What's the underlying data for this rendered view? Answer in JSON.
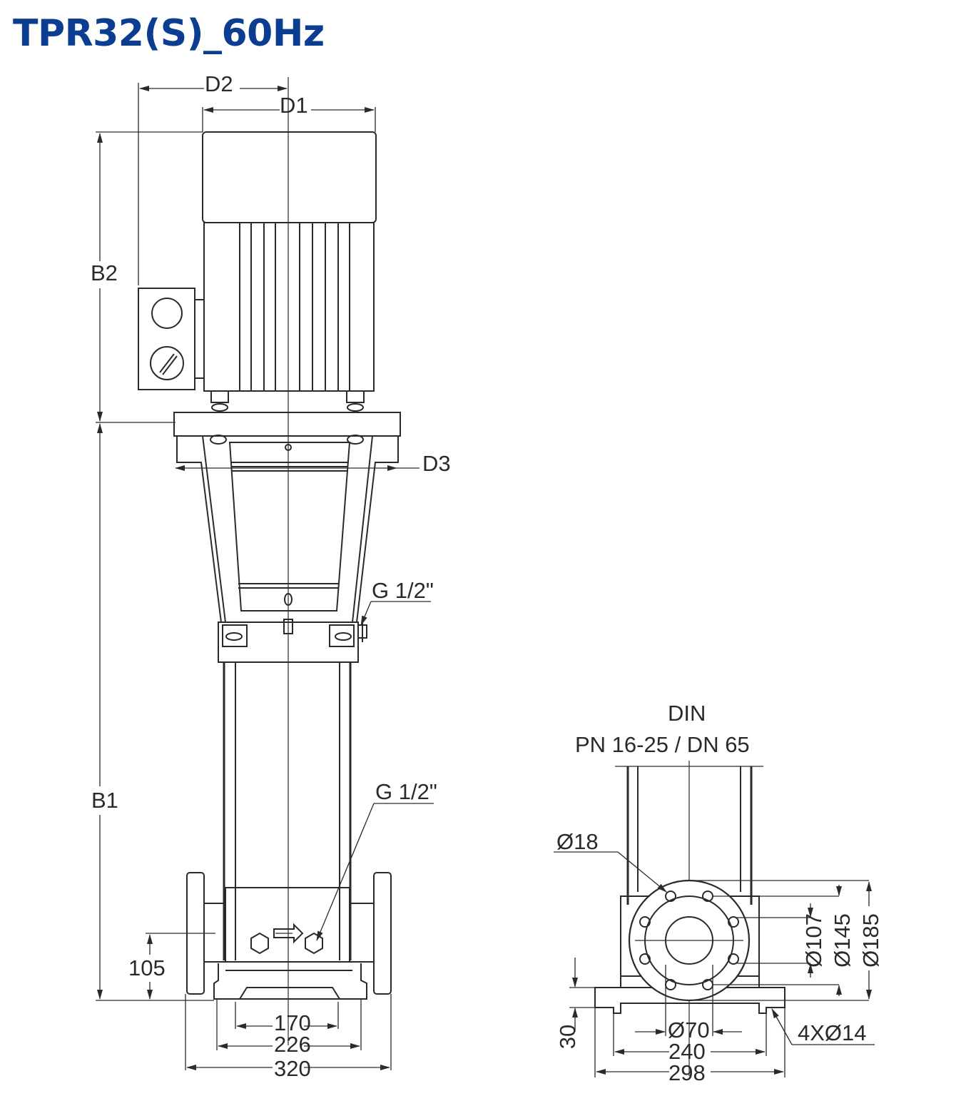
{
  "title": "TPR32(S)_60Hz",
  "labels": {
    "D2": "D2",
    "D1": "D1",
    "D3": "D3",
    "B2": "B2",
    "B1": "B1",
    "G_top": "G 1/2\"",
    "G_bottom": "G 1/2\"",
    "h105": "105",
    "w170": "170",
    "w226": "226",
    "w320": "320",
    "din": "DIN",
    "pn": "PN 16-25 / DN 65",
    "d18": "Ø18",
    "d107": "Ø107",
    "d145": "Ø145",
    "d185": "Ø185",
    "h30": "30",
    "d70": "Ø70",
    "w240": "240",
    "w298": "298",
    "holes": "4XØ14"
  },
  "colors": {
    "title": "#0b3d91",
    "line": "#2a2a2a",
    "background": "#ffffff"
  }
}
